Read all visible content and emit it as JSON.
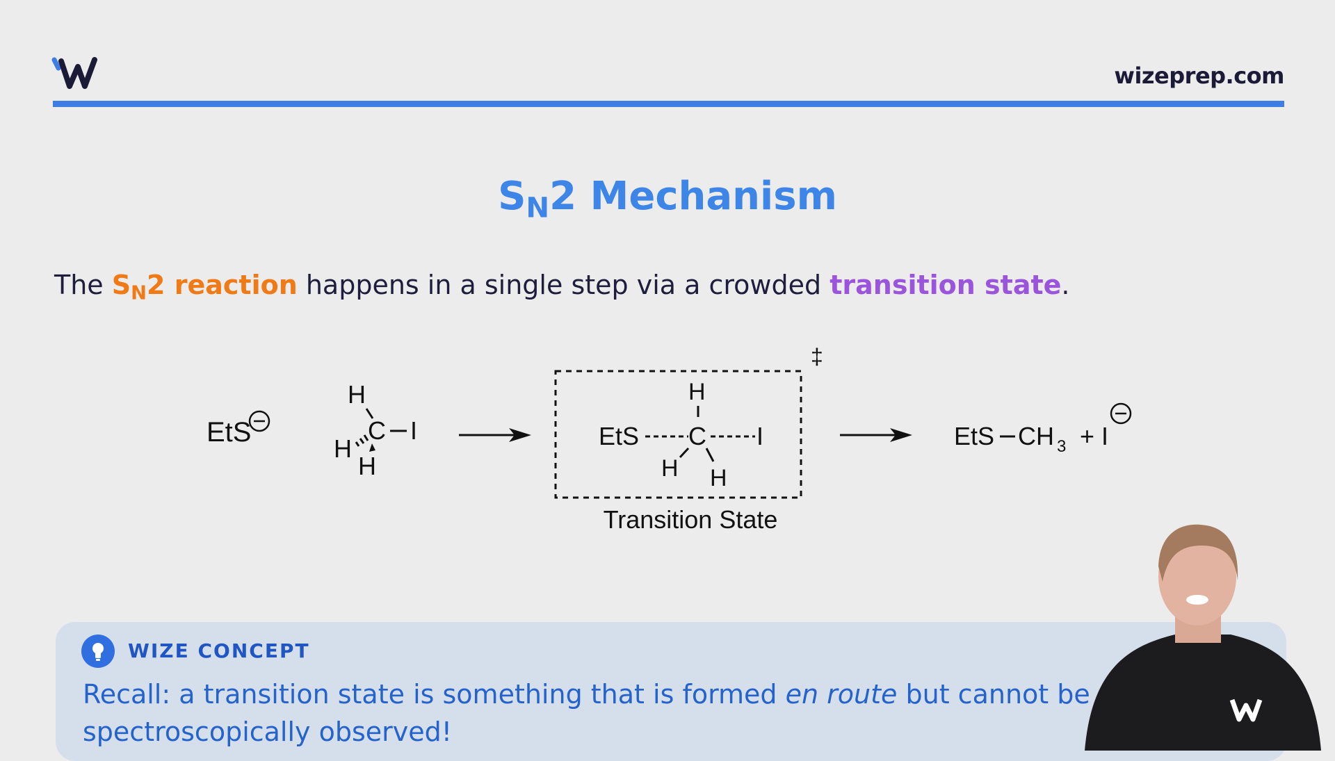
{
  "header": {
    "site_url": "wizeprep.com"
  },
  "title": {
    "main": "S",
    "sub": "N",
    "rest": "2 Mechanism"
  },
  "intro": {
    "prefix": "The ",
    "highlight1_main": "S",
    "highlight1_sub": "N",
    "highlight1_rest": "2 reaction",
    "middle": " happens in a single step via a crowded ",
    "highlight2": "transition state",
    "suffix": "."
  },
  "scheme": {
    "nucleophile": "EtS",
    "atom_h": "H",
    "atom_c": "C",
    "atom_i": "I",
    "ts_label": "Transition State",
    "ts_symbol": "‡",
    "product_ets": "EtS",
    "product_ch": "CH",
    "product_sub": "3",
    "product_plus": "+ I"
  },
  "concept": {
    "title": "WIZE CONCEPT",
    "text_part1": "Recall: a transition state is something that is formed ",
    "text_emph": "en route",
    "text_part2": " but cannot be spectroscopically observed!"
  },
  "colors": {
    "accent_blue": "#3d7de4",
    "orange": "#ef7a16",
    "purple": "#9a55dc",
    "concept_bg": "#d5dfeb"
  }
}
